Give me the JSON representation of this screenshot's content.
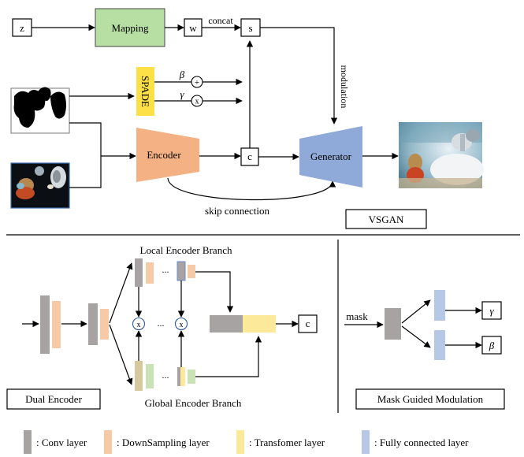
{
  "top": {
    "z": "z",
    "mapping": "Mapping",
    "w": "w",
    "concat": "concat",
    "s": "s",
    "spade": "SPADE",
    "beta": "β",
    "gamma": "γ",
    "plus": "+",
    "times": "x",
    "modulation": "modulation",
    "encoder": "Encoder",
    "c": "c",
    "generator": "Generator",
    "skip": "skip connection",
    "vsgan": "VSGAN"
  },
  "bottom": {
    "local_branch": "Local Encoder Branch",
    "global_branch": "Global Encoder Branch",
    "dots": "...",
    "times": "x",
    "c": "c",
    "dual_encoder": "Dual Encoder",
    "mask": "mask",
    "gamma": "γ",
    "beta": "β",
    "mask_guided": "Mask Guided Modulation"
  },
  "legend": {
    "conv": ": Conv layer",
    "down": ": DownSampling layer",
    "trans": ": Transfomer layer",
    "fc": ": Fully connected layer"
  },
  "colors": {
    "mapping": "#b7dfa4",
    "spade": "#fde047",
    "encoder": "#f4b183",
    "generator": "#8fa9d8",
    "conv": "#a8a3a3",
    "downsampling": "#f6c9a7",
    "transformer": "#fde99a",
    "fully_connected": "#b6c8e6"
  }
}
